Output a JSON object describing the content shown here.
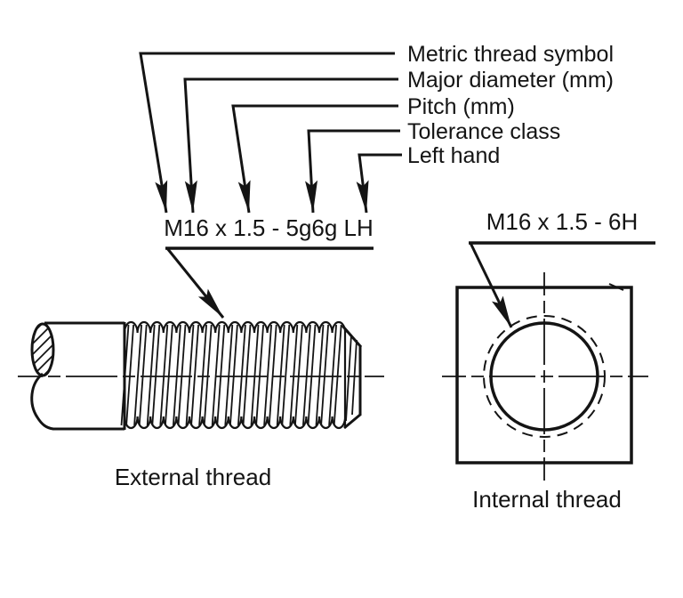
{
  "callouts": [
    {
      "label": "Metric thread symbol"
    },
    {
      "label": "Major diameter (mm)"
    },
    {
      "label": "Pitch (mm)"
    },
    {
      "label": "Tolerance class"
    },
    {
      "label": "Left hand"
    }
  ],
  "external": {
    "designation": "M16 x 1.5 - 5g6g LH",
    "caption": "External thread"
  },
  "internal": {
    "designation": "M16 x 1.5 - 6H",
    "caption": "Internal thread"
  },
  "colors": {
    "ink": "#141414",
    "background": "#ffffff"
  }
}
